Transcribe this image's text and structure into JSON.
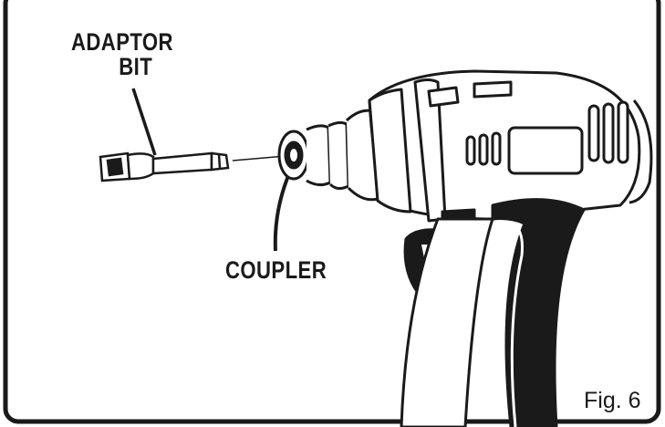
{
  "labels": {
    "adaptor_line1": "ADAPTOR",
    "adaptor_line2": "BIT",
    "coupler": "COUPLER",
    "figure": "Fig. 6"
  },
  "colors": {
    "ink": "#1a1a1a",
    "background": "#ffffff"
  },
  "icons": {
    "tool": "impact-driver-illustration",
    "bit": "adaptor-bit-illustration"
  }
}
